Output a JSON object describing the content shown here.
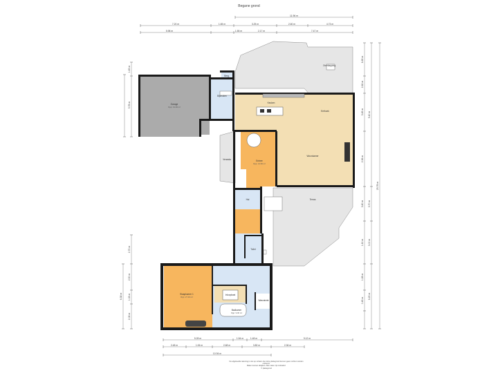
{
  "title": "Begane grond",
  "rooms": {
    "garage": {
      "name": "Garage",
      "area": "Opp: 41.00 m²"
    },
    "bijkeuken": {
      "name": "Bijkeuken",
      "area": ""
    },
    "berging": {
      "name": "Berg.",
      "area": ""
    },
    "keuken": {
      "name": "Keuken",
      "area": ""
    },
    "eethoek": {
      "name": "Eethoek",
      "area": ""
    },
    "entree": {
      "name": "Entree",
      "area": "Opp: 14.60 m²"
    },
    "woonkamer": {
      "name": "Woonkamer",
      "area": ""
    },
    "overkapping": {
      "name": "Overkapping",
      "area": ""
    },
    "veranda": {
      "name": "Veranda",
      "area": ""
    },
    "terras": {
      "name": "Terras",
      "area": ""
    },
    "hal": {
      "name": "Hal",
      "area": ""
    },
    "toilet": {
      "name": "Toilet",
      "area": ""
    },
    "slaapkamer": {
      "name": "Slaapkamer 1",
      "area": "Opp: 27.10 m²"
    },
    "inloopkast": {
      "name": "Inloopkast",
      "area": ""
    },
    "badkamer": {
      "name": "Badkamer",
      "area": "Opp: 9.00 m²"
    },
    "wasruimte": {
      "name": "Wasruimte",
      "area": ""
    }
  },
  "dimensions": {
    "top_overall": "11.96 m",
    "top_row1": [
      "7.20 m",
      "1.65 m",
      "3.25 m",
      "2.60 m",
      "4.73 m"
    ],
    "top_row2": [
      "5.98 m",
      "1.55 m",
      "2.17 m",
      "7.47 m"
    ],
    "left_upper": [
      "1.65 m",
      "5.78 m"
    ],
    "left_lower": [
      "2.72 m",
      "2.50 m",
      "1.08 m",
      "2.08 m"
    ],
    "left_lower_total": "6.38 m",
    "right": [
      "6.65 m",
      "2.82 m",
      "5.45 m",
      "2.36 m",
      "3.80 m",
      "1.60 m",
      "1.28 m",
      "0.43 m"
    ],
    "right_mid": [
      "9.40 m",
      "3.70 m",
      "3.00 m",
      "6.25 m"
    ],
    "right_overall": "25.78 m",
    "bottom_row1": [
      "5.28 m",
      "1.54 m",
      "1.48 m",
      "9.12 m"
    ],
    "bottom_row2": [
      "2.48 m",
      "1.06 m",
      "2.68 m",
      "3.80 m",
      "2.36 m"
    ],
    "bottom_overall": "10.94 m"
  },
  "disclaimer": [
    "De afgebeelde tekening is niet op schaal. Aan deze plattegrond kunnen geen rechten worden ontleend.",
    "Maten kunnen afwijken. Alle maten zijn indicatief.",
    "© plattegrond"
  ],
  "colors": {
    "wall": "#1a1a1a",
    "garage_floor": "#ababab",
    "living_floor": "#f3dfb4",
    "entry_floor": "#f7b65e",
    "bedroom_floor": "#f7b65e",
    "wet_floor": "#d8e6f5",
    "outdoor_floor": "#e8e8e8"
  }
}
